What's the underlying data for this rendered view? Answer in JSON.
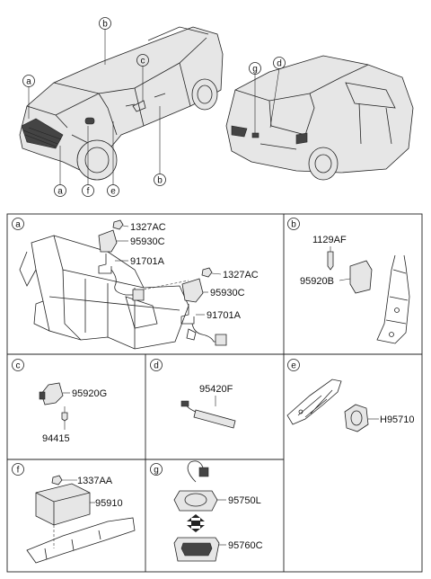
{
  "callouts": {
    "front_car": [
      "a",
      "b",
      "c",
      "a",
      "f",
      "e",
      "b"
    ],
    "rear_car": [
      "g",
      "d"
    ]
  },
  "panels": {
    "a": {
      "letter": "a",
      "parts": [
        "1327AC",
        "95930C",
        "91701A",
        "1327AC",
        "95930C",
        "91701A"
      ]
    },
    "b": {
      "letter": "b",
      "parts": [
        "1129AF",
        "95920B"
      ]
    },
    "c": {
      "letter": "c",
      "parts": [
        "95920G",
        "94415"
      ]
    },
    "d": {
      "letter": "d",
      "parts": [
        "95420F"
      ]
    },
    "e": {
      "letter": "e",
      "parts": [
        "H95710"
      ]
    },
    "f": {
      "letter": "f",
      "parts": [
        "1337AA",
        "95910"
      ]
    },
    "g": {
      "letter": "g",
      "parts": [
        "95750L",
        "95760C"
      ]
    }
  }
}
